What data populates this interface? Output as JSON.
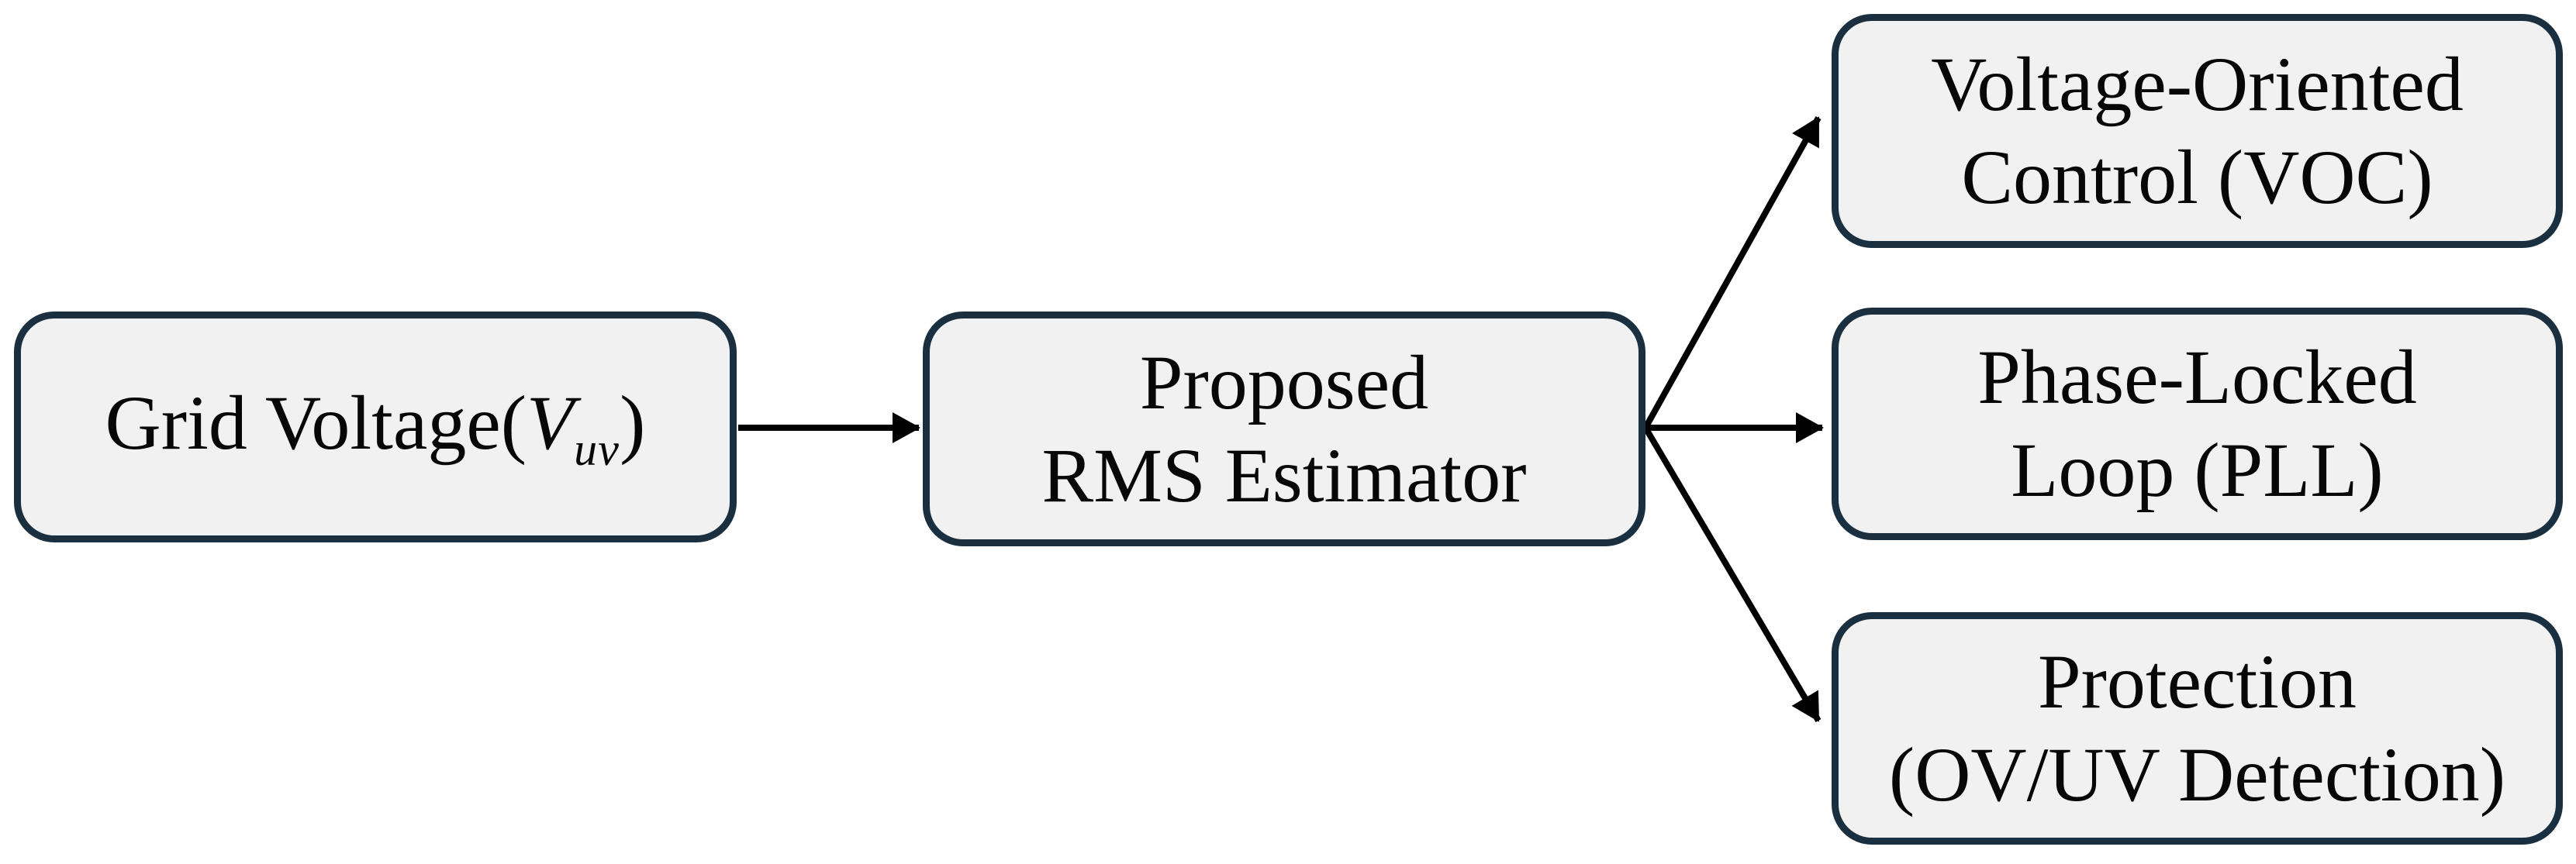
{
  "colors": {
    "background": "#ffffff",
    "box_fill": "#f1f1f1",
    "box_border": "#1a2f3f",
    "arrow": "#000000",
    "text": "#070707"
  },
  "nodes": {
    "grid_voltage": {
      "text_prefix": "Grid Voltage(",
      "variable": "V",
      "subscript": "uv",
      "text_suffix": ")"
    },
    "estimator": {
      "lines": [
        "Proposed",
        "RMS Estimator"
      ]
    },
    "voc": {
      "lines": [
        "Voltage-Oriented",
        "Control (VOC)"
      ]
    },
    "pll": {
      "lines": [
        "Phase-Locked",
        "Loop (PLL)"
      ]
    },
    "protection": {
      "lines": [
        "Protection",
        "(OV/UV Detection)"
      ]
    }
  },
  "edges": [
    {
      "from": "grid_voltage",
      "to": "estimator"
    },
    {
      "from": "estimator",
      "to": "voc"
    },
    {
      "from": "estimator",
      "to": "pll"
    },
    {
      "from": "estimator",
      "to": "protection"
    }
  ]
}
